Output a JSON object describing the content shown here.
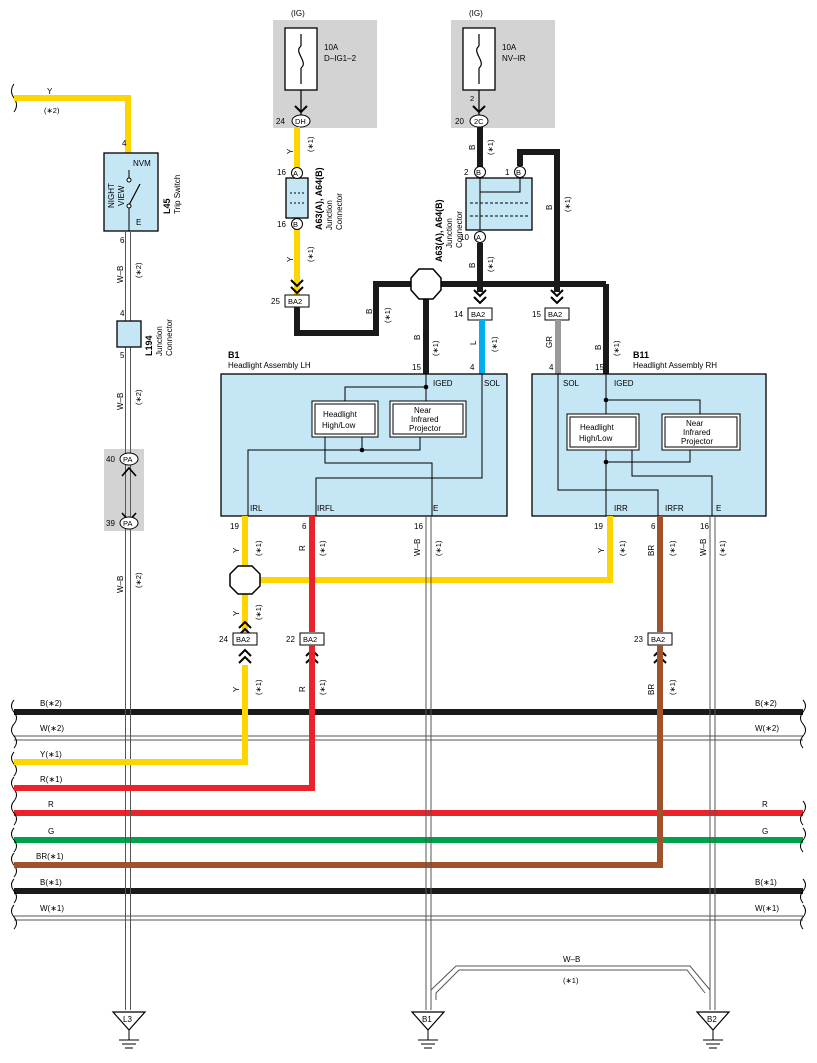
{
  "colors": {
    "Y": "#ffd500",
    "R": "#e8232b",
    "G": "#00a14b",
    "B": "#1a1a1a",
    "BR": "#a0522d",
    "L": "#00aeef",
    "GR": "#9a9a9a",
    "component_fill": "#c5e7f5",
    "shade": "#d3d3d3"
  },
  "fuses": [
    {
      "source": "(IG)",
      "rating": "10A",
      "name": "D–IG1–2",
      "pin": "24",
      "connector": "DH"
    },
    {
      "source": "(IG)",
      "rating": "10A",
      "name": "NV–IR",
      "pin_inner": "2",
      "pin": "20",
      "connector": "2C"
    }
  ],
  "components": {
    "trip_switch": {
      "id": "L45",
      "name": "Trip Switch",
      "label_a": "NIGHT",
      "label_b": "VIEW",
      "term_top": "NVM",
      "term_bottom": "E",
      "pin_top": "4",
      "pin_bottom": "6"
    },
    "junction_l194": {
      "id": "L194",
      "name_a": "Junction",
      "name_b": "Connector",
      "pin_top": "4",
      "pin_bottom": "5"
    },
    "junction_left": {
      "id": "A63(A), A64(B)",
      "name_a": "Junction",
      "name_b": "Connector",
      "pin_top": "16",
      "pin_bottom": "16",
      "conn_top": "A",
      "conn_bottom": "B"
    },
    "junction_right": {
      "id": "A63(A), A64(B)",
      "name_a": "Junction",
      "name_b": "Connector",
      "pin_tl": "2",
      "pin_tr": "1",
      "pin_bottom": "10",
      "conn_tl": "B",
      "conn_tr": "B",
      "conn_bottom": "A"
    },
    "pa_connector": {
      "label": "PA",
      "pin_top": "40",
      "pin_bottom": "39"
    },
    "headlight_lh": {
      "id": "B1",
      "name": "Headlight Assembly LH",
      "inner_a": "Headlight",
      "inner_b": "High/Low",
      "proj_a": "Near",
      "proj_b": "Infrared",
      "proj_c": "Projector",
      "iged": "IGED",
      "sol": "SOL",
      "irl": "IRL",
      "irfl": "IRFL",
      "e": "E",
      "pin_15": "15",
      "pin_4": "4",
      "pin_19": "19",
      "pin_6": "6",
      "pin_16": "16"
    },
    "headlight_rh": {
      "id": "B11",
      "name": "Headlight Assembly RH",
      "inner_a": "Headlight",
      "inner_b": "High/Low",
      "proj_a": "Near",
      "proj_b": "Infrared",
      "proj_c": "Projector",
      "iged": "IGED",
      "sol": "SOL",
      "irr": "IRR",
      "irfr": "IRFR",
      "e": "E",
      "pin_4": "4",
      "pin_15": "15",
      "pin_19": "19",
      "pin_6": "6",
      "pin_16": "16"
    }
  },
  "ba2": {
    "label": "BA2",
    "p25": "25",
    "p14": "14",
    "p15": "15",
    "p24": "24",
    "p22": "22",
    "p23": "23"
  },
  "wire_labels": {
    "y": "Y",
    "b": "B",
    "l": "L",
    "gr": "GR",
    "r": "R",
    "br": "BR",
    "wb": "W–B",
    "n1": "(∗1)",
    "n2": "(∗2)"
  },
  "bus": [
    {
      "left": "B(∗2)",
      "right": "B(∗2)"
    },
    {
      "left": "W(∗2)",
      "right": "W(∗2)"
    },
    {
      "left": "Y(∗1)",
      "right": ""
    },
    {
      "left": "R(∗1)",
      "right": ""
    },
    {
      "left": "R",
      "right": "R"
    },
    {
      "left": "G",
      "right": "G"
    },
    {
      "left": "BR(∗1)",
      "right": ""
    },
    {
      "left": "B(∗1)",
      "right": "B(∗1)"
    },
    {
      "left": "W(∗1)",
      "right": "W(∗1)"
    }
  ],
  "grounds": {
    "l3": "L3",
    "b1": "B1",
    "b2": "B2",
    "wire": "W–B",
    "note": "(∗1)"
  },
  "top_wire": {
    "color": "Y",
    "note": "(∗2)"
  }
}
